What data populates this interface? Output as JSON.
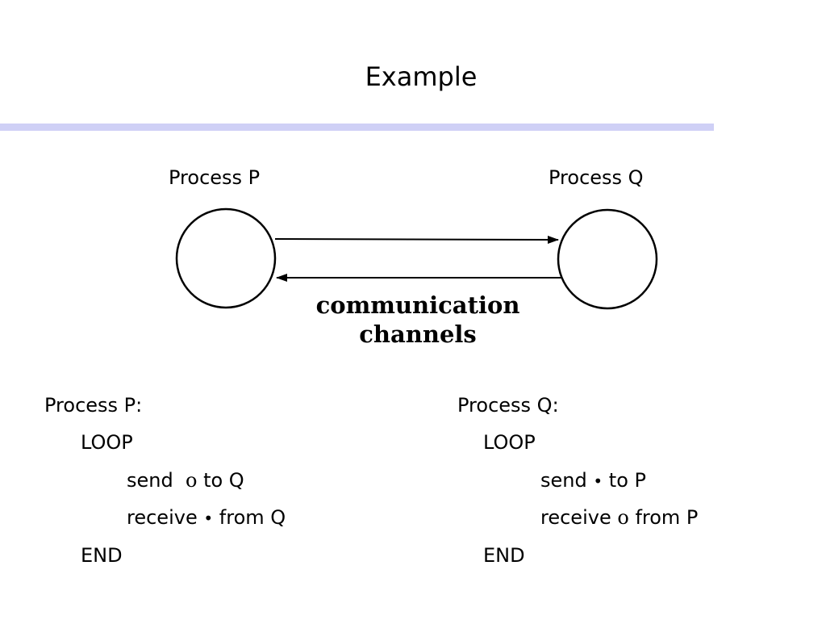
{
  "slide": {
    "title": "Example"
  },
  "diagram": {
    "process_p_label": "Process P",
    "process_q_label": "Process Q",
    "channel_label_line1": "communication",
    "channel_label_line2": "channels"
  },
  "code_p": {
    "header": "Process P:",
    "loop": "LOOP",
    "send_prefix": "send",
    "send_symbol": "o",
    "send_suffix": "to Q",
    "receive_prefix": "receive",
    "receive_symbol": "•",
    "receive_suffix": "from Q",
    "end": "END"
  },
  "code_q": {
    "header": "Process Q:",
    "loop": "LOOP",
    "send_prefix": "send",
    "send_symbol": "•",
    "send_suffix": "to P",
    "receive_prefix": "receive",
    "receive_symbol": "o",
    "receive_suffix": "from P",
    "end": "END"
  },
  "colors": {
    "rule": "#cfd0f6",
    "ink": "#000000"
  }
}
